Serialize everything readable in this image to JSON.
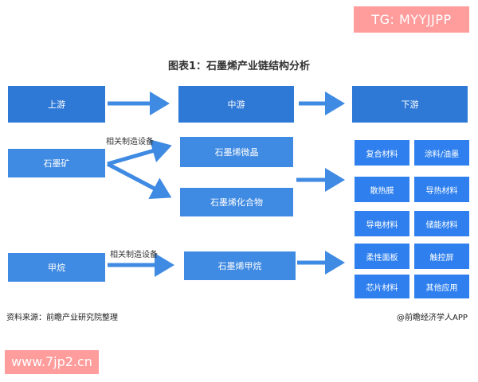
{
  "tag_text": "TG: MYYJJPP",
  "title": "图表1：石墨烯产业链结构分析",
  "stages": {
    "upstream": "上游",
    "midstream": "中游",
    "downstream": "下游"
  },
  "upstream_items": [
    "石墨矿",
    "甲烷"
  ],
  "midstream_items": [
    "石墨烯微晶",
    "石墨烯化合物",
    "石墨烯甲烷"
  ],
  "equipment_label_1": "相关制造设备",
  "equipment_label_2": "相关制造设备",
  "downstream_items": [
    "复合材料",
    "涂料/油墨",
    "散热膜",
    "导热材料",
    "导电材料",
    "储能材料",
    "柔性面板",
    "触控屏",
    "芯片材料",
    "其他应用"
  ],
  "source": "资料来源：前瞻产业研究院整理",
  "brand": "@前瞻经济学人APP",
  "site": "www.7jp2.cn",
  "colors": {
    "box_dark": "#2e78d6",
    "arrow": "#3f8ae2",
    "tag_bg": "#ff9c9c"
  }
}
